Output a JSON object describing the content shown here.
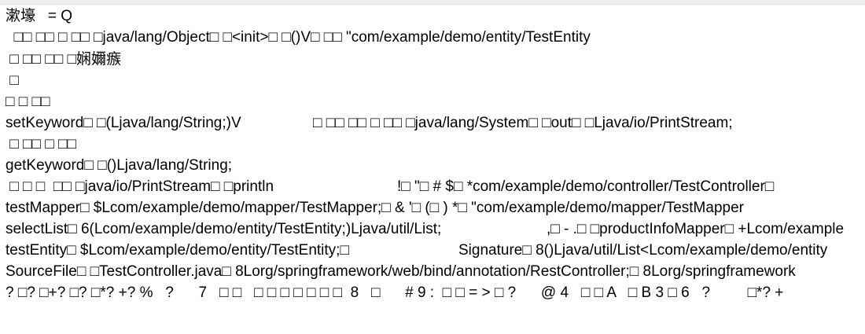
{
  "editor": {
    "lines": [
      {
        "a": "漱壕   = Q"
      },
      {
        "a": "  □□ □□ □ □□ □java/lang/Object□ □<init>□ □()V□ □□ \"com/example/demo/entity/TestEntity"
      },
      {
        "a": " □ □□ □□ □娴嬭瘯"
      },
      {
        "a": " □"
      },
      {
        "a": "□ □ □□"
      },
      {
        "a": "setKeyword□ □(Ljava/lang/String;)V",
        "b": "□ □□ □□ □ □□ □java/lang/System□ □out□ □Ljava/io/PrintStream;"
      },
      {
        "a": " □ □□ □ □□"
      },
      {
        "a": "getKeyword□ □()Ljava/lang/String;"
      },
      {
        "a": " □ □ □  □□ □java/io/PrintStream□ □println",
        "b": "!□ \"□ # $□ *com/example/demo/controller/TestController□"
      },
      {
        "a": "testMapper□ $Lcom/example/demo/mapper/TestMapper;□ & '□ (□ ) *□ \"com/example/demo/mapper/TestMapper"
      },
      {
        "a": "selectList□ 6(Lcom/example/demo/entity/TestEntity;)Ljava/util/List;",
        "b": ",□ - .□ □productInfoMapper□ +Lcom/example"
      },
      {
        "a": "testEntity□ $Lcom/example/demo/entity/TestEntity;□",
        "b": "Signature□ 8()Ljava/util/List<Lcom/example/demo/entity"
      },
      {
        "a": "SourceFile□ □TestController.java□ 8Lorg/springframework/web/bind/annotation/RestController;□ 8Lorg/springframework"
      },
      {
        "a": "? □? □+? □? □*? +? %   ?      7   □ □   □ □ □ □ □ □ □  8   □      # 9 :  □ □ = > □ ?      @ 4   □ □ A   □ B 3 □ 6   ?         □*? +"
      }
    ]
  }
}
